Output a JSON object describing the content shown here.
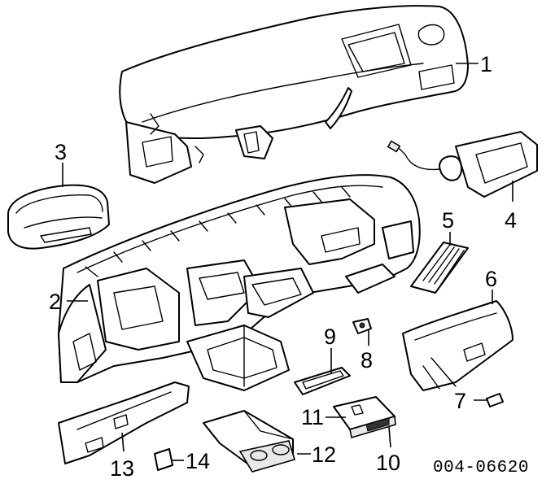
{
  "callouts": {
    "c1": "1",
    "c2": "2",
    "c3": "3",
    "c4": "4",
    "c5": "5",
    "c6": "6",
    "c7": "7",
    "c8": "8",
    "c9": "9",
    "c10": "10",
    "c11": "11",
    "c12": "12",
    "c13": "13",
    "c14": "14"
  },
  "drawing_number": "004-06620"
}
